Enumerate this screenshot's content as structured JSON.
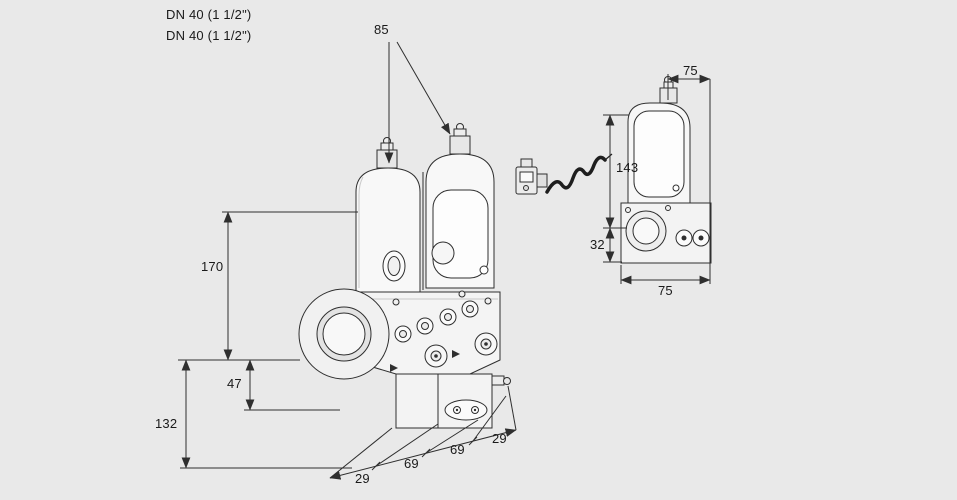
{
  "colors": {
    "background": "#e9e9e9",
    "line": "#2f2f2f",
    "text": "#1a1a1a"
  },
  "labels": {
    "dn_line1": "DN 40 (1 1/2\")",
    "dn_line2": "DN 40 (1 1/2\")"
  },
  "main_view": {
    "dim_top": "85",
    "dim_height": "170",
    "dim_47": "47",
    "dim_132": "132",
    "dim_bottom": [
      "29",
      "69",
      "69",
      "29"
    ]
  },
  "side_view": {
    "dim_width_top": "75",
    "dim_143": "143",
    "dim_32": "32",
    "dim_width_bottom": "75"
  }
}
